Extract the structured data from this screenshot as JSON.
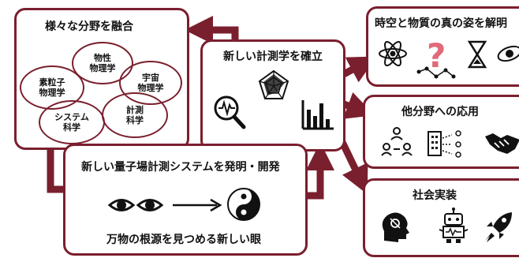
{
  "fusion": {
    "title": "様々な分野を融合",
    "fields": [
      "物性\n物理学",
      "宇宙\n物理学",
      "素粒子\n物理学",
      "計測\n科学",
      "システム\n科学"
    ]
  },
  "center": {
    "title": "新しい計測学を確立"
  },
  "system": {
    "title": "新しい量子場計測システムを発明・開発",
    "caption": "万物の根源を見つめる新しい眼"
  },
  "outcomes": [
    {
      "title": "時空と物質の真の姿を解明"
    },
    {
      "title": "他分野への応用"
    },
    {
      "title": "社会実装"
    }
  ],
  "colors": {
    "accent": "#7a1f2e",
    "question": "#e06a7a"
  },
  "icons": [
    "atom-icon",
    "question-constellation-icon",
    "hourglass-icon",
    "galaxy-icon",
    "magnifier-wave-icon",
    "radar-chart-icon",
    "bar-chart-icon",
    "eye-icon",
    "arrow-icon",
    "yin-yang-icon",
    "people-network-icon",
    "building-network-icon",
    "handshake-icon",
    "ai-head-icon",
    "robot-icon",
    "rocket-icon"
  ]
}
